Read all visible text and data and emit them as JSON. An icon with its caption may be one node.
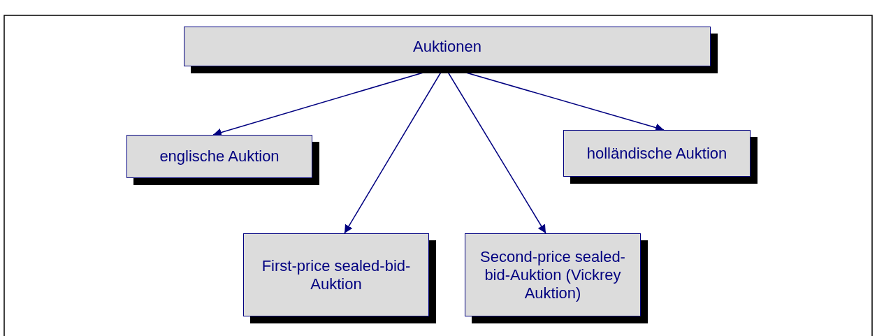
{
  "diagram": {
    "nodes": [
      {
        "text": [
          "Auktionen"
        ]
      },
      {
        "text": [
          "englische Auktion"
        ]
      },
      {
        "text": [
          "holländische Auktion"
        ]
      },
      {
        "text": [
          "First-price sealed-bid-Auktion"
        ]
      },
      {
        "text": [
          "Second-price sealed-bid-Auktion (Vickrey Auktion)"
        ]
      }
    ],
    "edges": [
      {
        "from": 0,
        "to": 1,
        "arrow": "to"
      },
      {
        "from": 0,
        "to": 3,
        "arrow": "to"
      },
      {
        "from": 0,
        "to": 4,
        "arrow": "to"
      },
      {
        "from": 0,
        "to": 2,
        "arrow": "to"
      }
    ]
  }
}
